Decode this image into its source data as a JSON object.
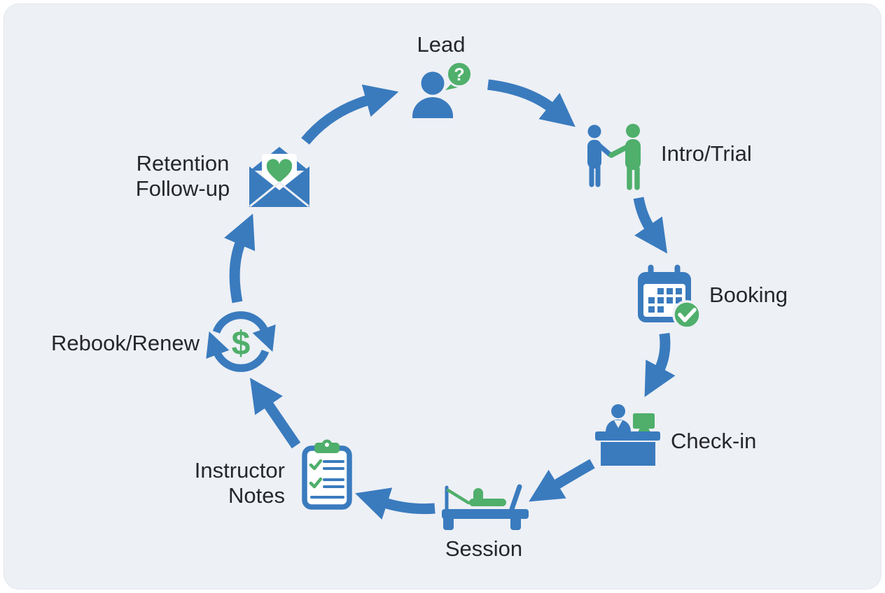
{
  "diagram": {
    "type": "cycle-flowchart",
    "flow_clockwise": true,
    "stages": [
      {
        "label": "Lead",
        "icon": "person-question-icon"
      },
      {
        "label": "Intro/Trial",
        "icon": "handshake-people-icon"
      },
      {
        "label": "Booking",
        "icon": "calendar-check-icon"
      },
      {
        "label": "Check-in",
        "icon": "front-desk-icon"
      },
      {
        "label": "Session",
        "icon": "pilates-reformer-icon"
      },
      {
        "label": "Instructor Notes",
        "label_line1": "Instructor",
        "label_line2": "Notes",
        "icon": "clipboard-checklist-icon"
      },
      {
        "label": "Rebook/Renew",
        "icon": "dollar-cycle-icon"
      },
      {
        "label": "Retention Follow-up",
        "label_line1": "Retention",
        "label_line2": "Follow-up",
        "icon": "envelope-heart-icon"
      }
    ],
    "glyphs": {
      "lead_bubble": "?",
      "rebook_dollar": "$"
    },
    "colors": {
      "primary_blue": "#3A7BBE",
      "accent_green": "#4FAF6B",
      "background": "#EDF0F5",
      "text": "#26272B"
    }
  }
}
